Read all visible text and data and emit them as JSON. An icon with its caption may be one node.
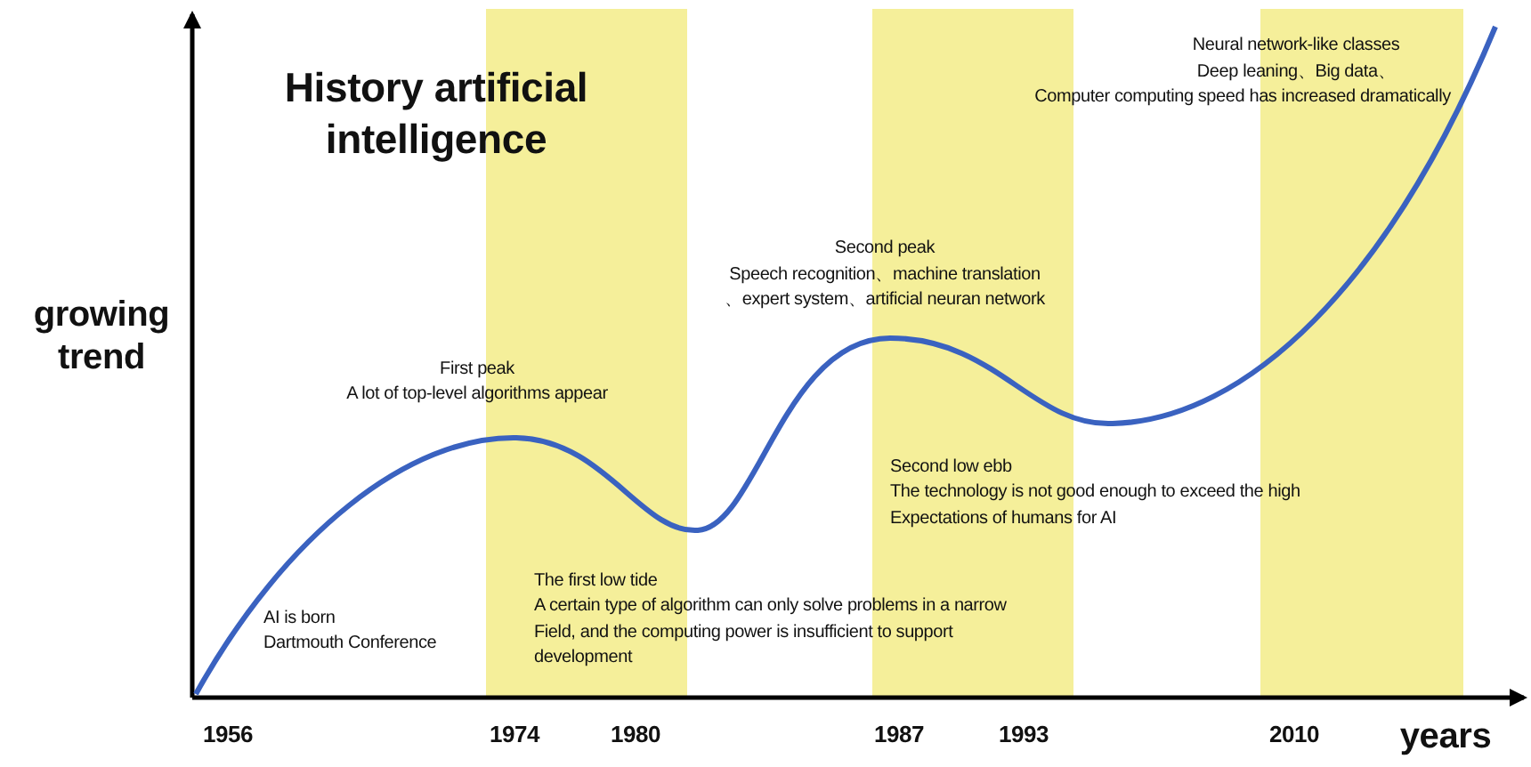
{
  "diagram": {
    "title": "History artificial intelligence",
    "labels": [
      "growing trend",
      "Neural network-like classes",
      "Deep leaning、Big data、",
      "Computer computing speed has increased dramatically",
      "Second peak",
      "Speech recognition、machine translation",
      "、expert system、artificial neuran network",
      "First peak",
      "A lot of top-level algorithms appear",
      "Second low ebb",
      "The technology is not good enough to exceed the high Expectations of humans for AI",
      "AI is born",
      "Dartmouth Conference",
      "The first low tide",
      "A certain type of algorithm can only solve problems in a narrow Field, and the computing power is insufficient to support development",
      "1956",
      "1974",
      "1980",
      "1987",
      "1993",
      "2010",
      "years"
    ]
  }
}
